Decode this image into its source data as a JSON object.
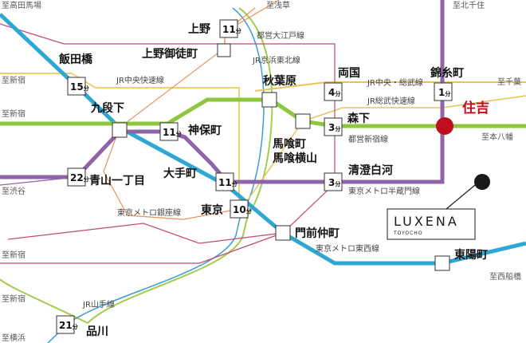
{
  "colors": {
    "tozai": "#2ea7d3",
    "shinjuku": "#8ec63f",
    "hanzomon": "#8f63a8",
    "ginza": "#e8955a",
    "oedo": "#c2487d",
    "jr_chuo": "#f0d070",
    "jr_loop": "#a4cc4e",
    "jr_sobu": "#e9c25a",
    "jr_keihin": "#38a0d0",
    "home": "#c00d1e"
  },
  "stations": [
    {
      "id": "iidabashi",
      "name": "飯田橋",
      "minutes": "15"
    },
    {
      "id": "ueno",
      "name": "上野",
      "minutes": "11"
    },
    {
      "id": "ueno-okachimachi",
      "name": "上野御徒町",
      "minutes": ""
    },
    {
      "id": "akihabara",
      "name": "秋葉原",
      "minutes": ""
    },
    {
      "id": "ryogoku",
      "name": "両国",
      "minutes": "4"
    },
    {
      "id": "kinshicho",
      "name": "錦糸町",
      "minutes": "1"
    },
    {
      "id": "kudanshita",
      "name": "九段下",
      "minutes": ""
    },
    {
      "id": "jimbocho",
      "name": "神保町",
      "minutes": "11"
    },
    {
      "id": "morishita",
      "name": "森下",
      "minutes": "3"
    },
    {
      "id": "bakurocho",
      "name": "馬喰町",
      "minutes": ""
    },
    {
      "id": "bakuro-yokoyama",
      "name": "馬喰横山",
      "minutes": ""
    },
    {
      "id": "aoyama-itchome",
      "name": "青山一丁目",
      "minutes": "22"
    },
    {
      "id": "otemachi",
      "name": "大手町",
      "minutes": "11"
    },
    {
      "id": "kiyosumi-shirakawa",
      "name": "清澄白河",
      "minutes": "3"
    },
    {
      "id": "tokyo",
      "name": "東京",
      "minutes": "10"
    },
    {
      "id": "monzen-nakacho",
      "name": "門前仲町",
      "minutes": ""
    },
    {
      "id": "toyocho",
      "name": "東陽町",
      "minutes": ""
    },
    {
      "id": "shinagawa",
      "name": "品川",
      "minutes": "21"
    }
  ],
  "home": {
    "name": "住吉"
  },
  "minute_unit": "分",
  "line_labels": [
    {
      "id": "oedo",
      "text": "都営大江戸線"
    },
    {
      "id": "keihin-tohoku",
      "text": "JR京浜東北線"
    },
    {
      "id": "chuo-rapid",
      "text": "JR中央快速線"
    },
    {
      "id": "chuo-sobu",
      "text": "JR中央・総武線"
    },
    {
      "id": "sobu-rapid",
      "text": "JR総武快速線"
    },
    {
      "id": "shinjuku",
      "text": "都営新宿線"
    },
    {
      "id": "hanzomon",
      "text": "東京メトロ半蔵門線"
    },
    {
      "id": "ginza",
      "text": "東京メトロ銀座線"
    },
    {
      "id": "tozai",
      "text": "東京メトロ東西線"
    },
    {
      "id": "yamanote",
      "text": "JR山手線"
    }
  ],
  "direction_labels": [
    {
      "id": "takadanobaba",
      "text": "至高田馬場"
    },
    {
      "id": "asakusa",
      "text": "至浅草"
    },
    {
      "id": "kita-senju",
      "text": "至北千住"
    },
    {
      "id": "shinjuku-1",
      "text": "至新宿"
    },
    {
      "id": "chiba",
      "text": "至千葉"
    },
    {
      "id": "shinjuku-2",
      "text": "至新宿"
    },
    {
      "id": "moto-yawata",
      "text": "至本八幡"
    },
    {
      "id": "shibuya",
      "text": "至渋谷"
    },
    {
      "id": "shinjuku-3",
      "text": "至新宿"
    },
    {
      "id": "nishi-funabashi",
      "text": "至西船橋"
    },
    {
      "id": "shinjuku-4",
      "text": "至新宿"
    },
    {
      "id": "yokohama",
      "text": "至横浜"
    }
  ],
  "logo": {
    "name": "LUXENA",
    "sub": "TOYOCHO"
  }
}
